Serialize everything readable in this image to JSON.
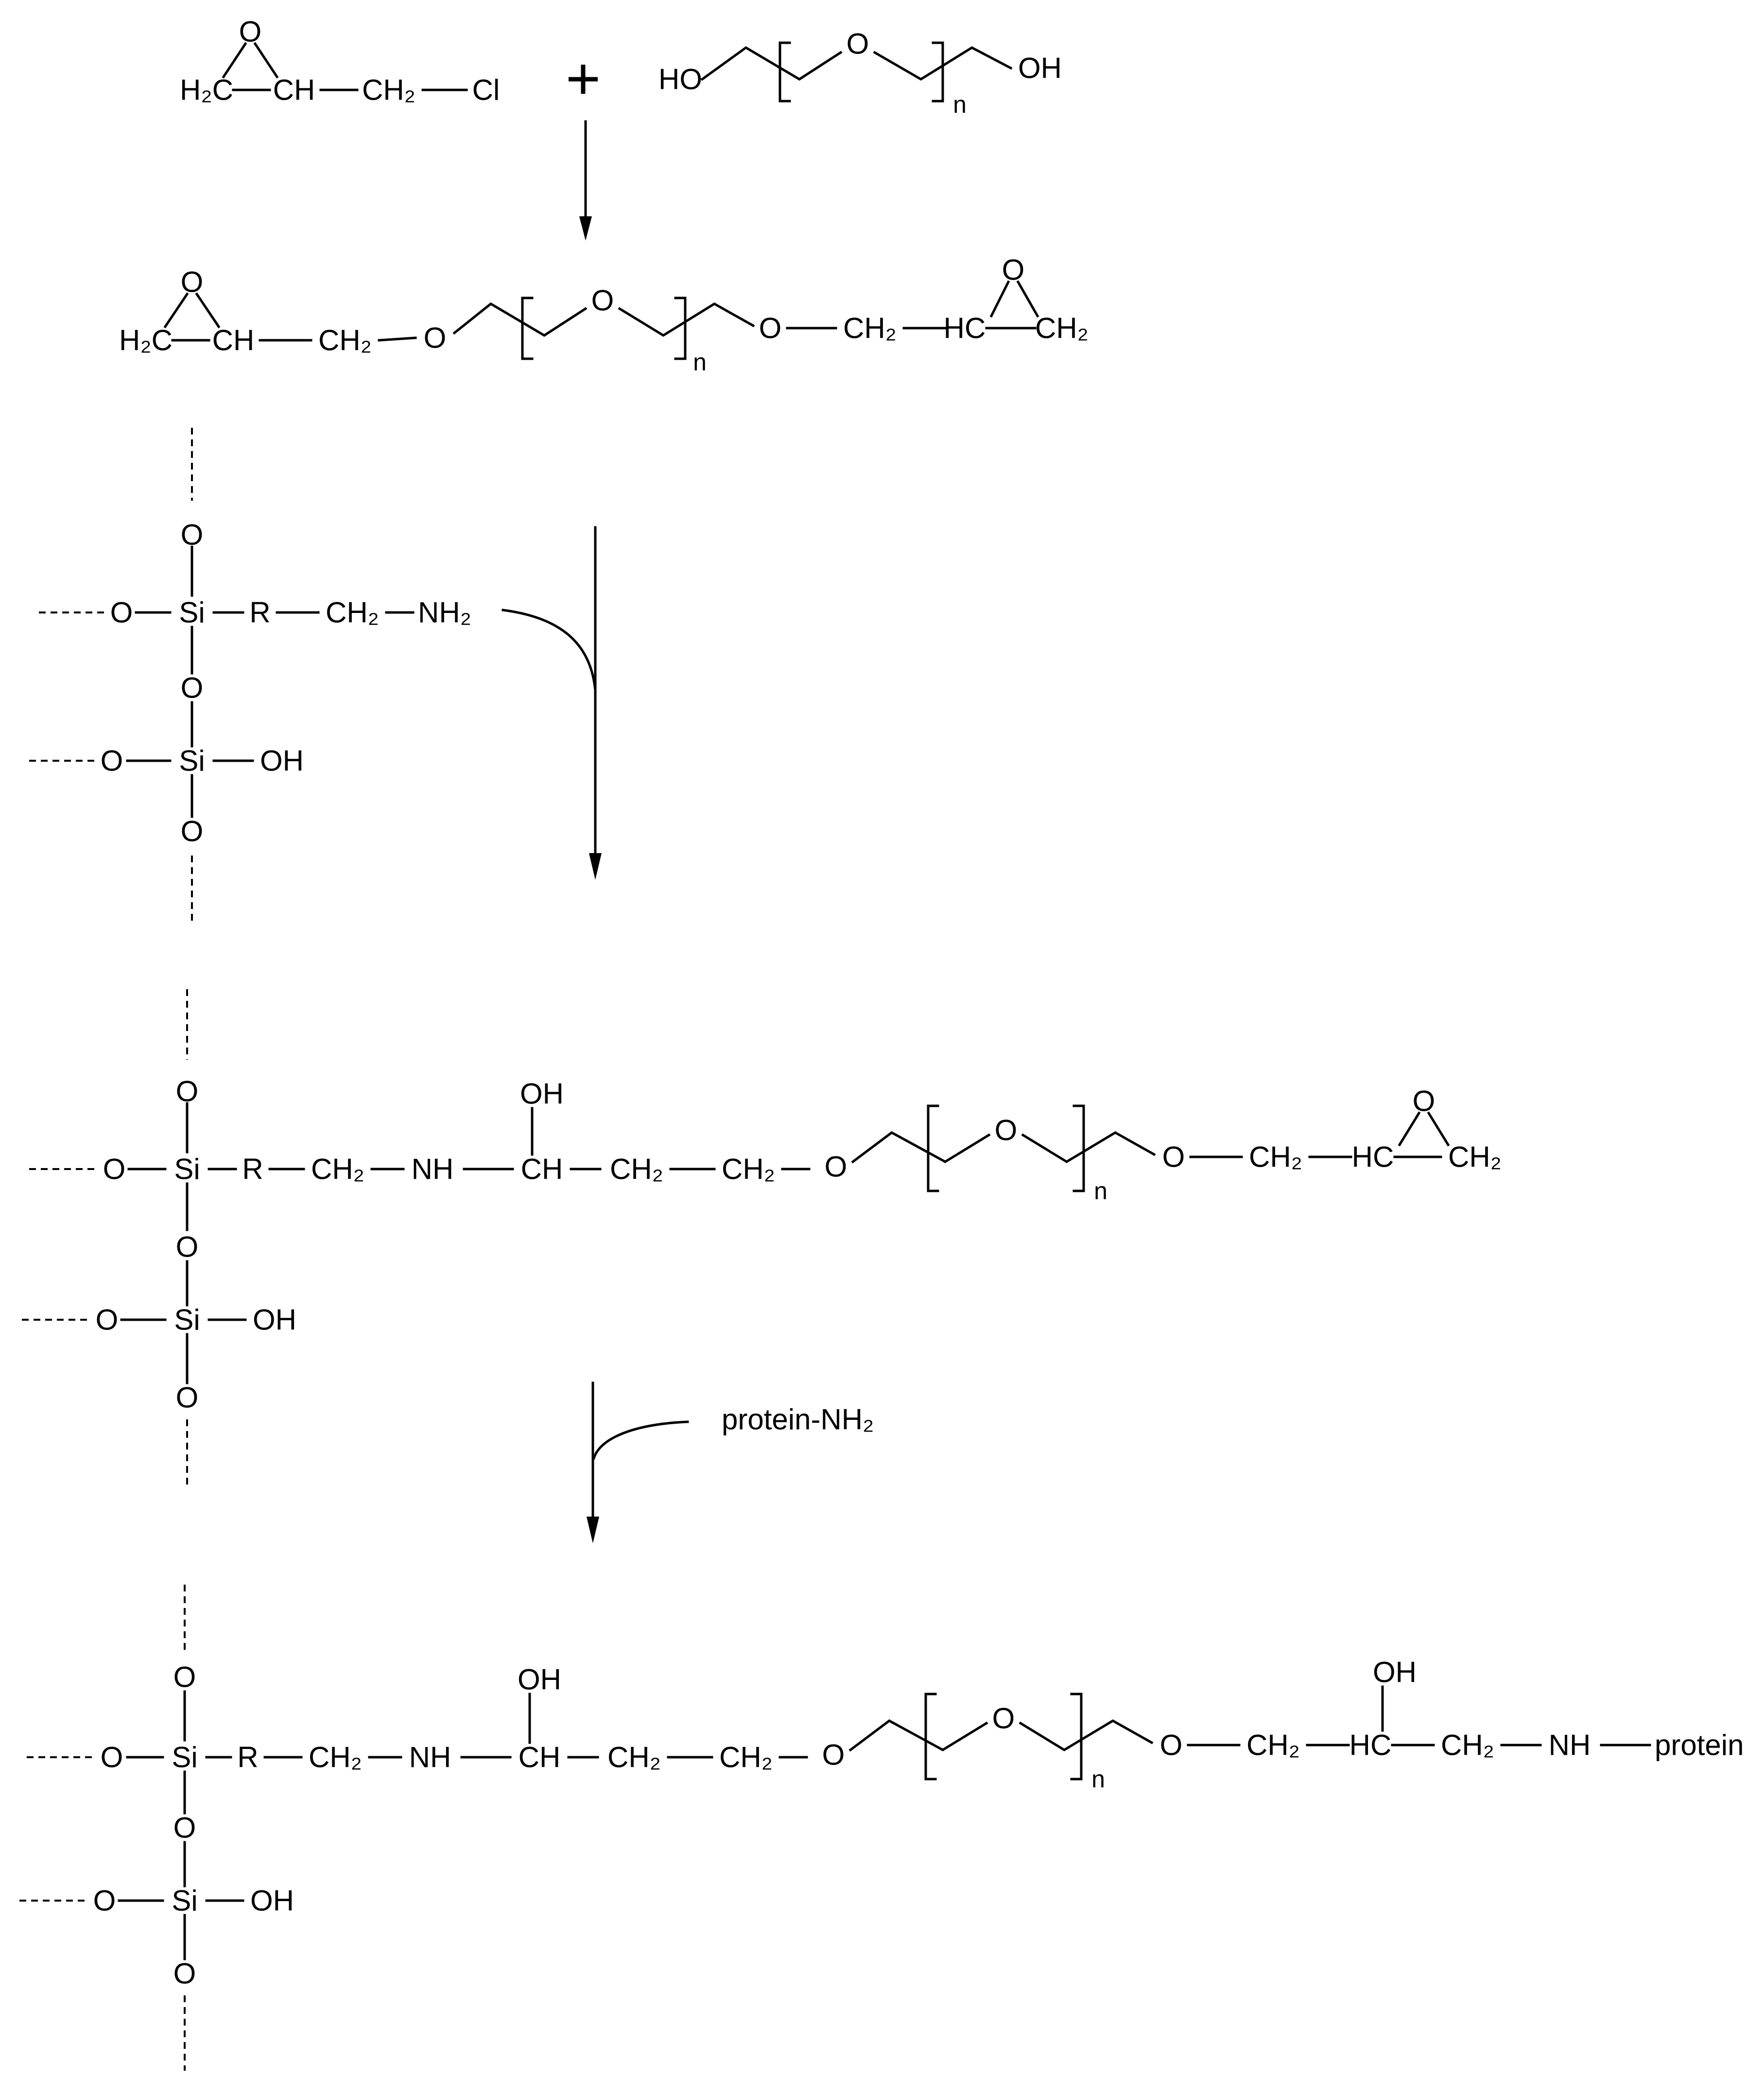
{
  "labels": {
    "o": "O",
    "h2c": "H₂C",
    "ch": "CH",
    "ch2": "CH₂",
    "cl": "Cl",
    "ho": "HO",
    "oh": "OH",
    "hc": "HC",
    "n": "n",
    "si": "Si",
    "r": "R",
    "nh2": "NH₂",
    "nh": "NH",
    "protein": "protein",
    "protein_nh2": "protein-NH₂"
  }
}
